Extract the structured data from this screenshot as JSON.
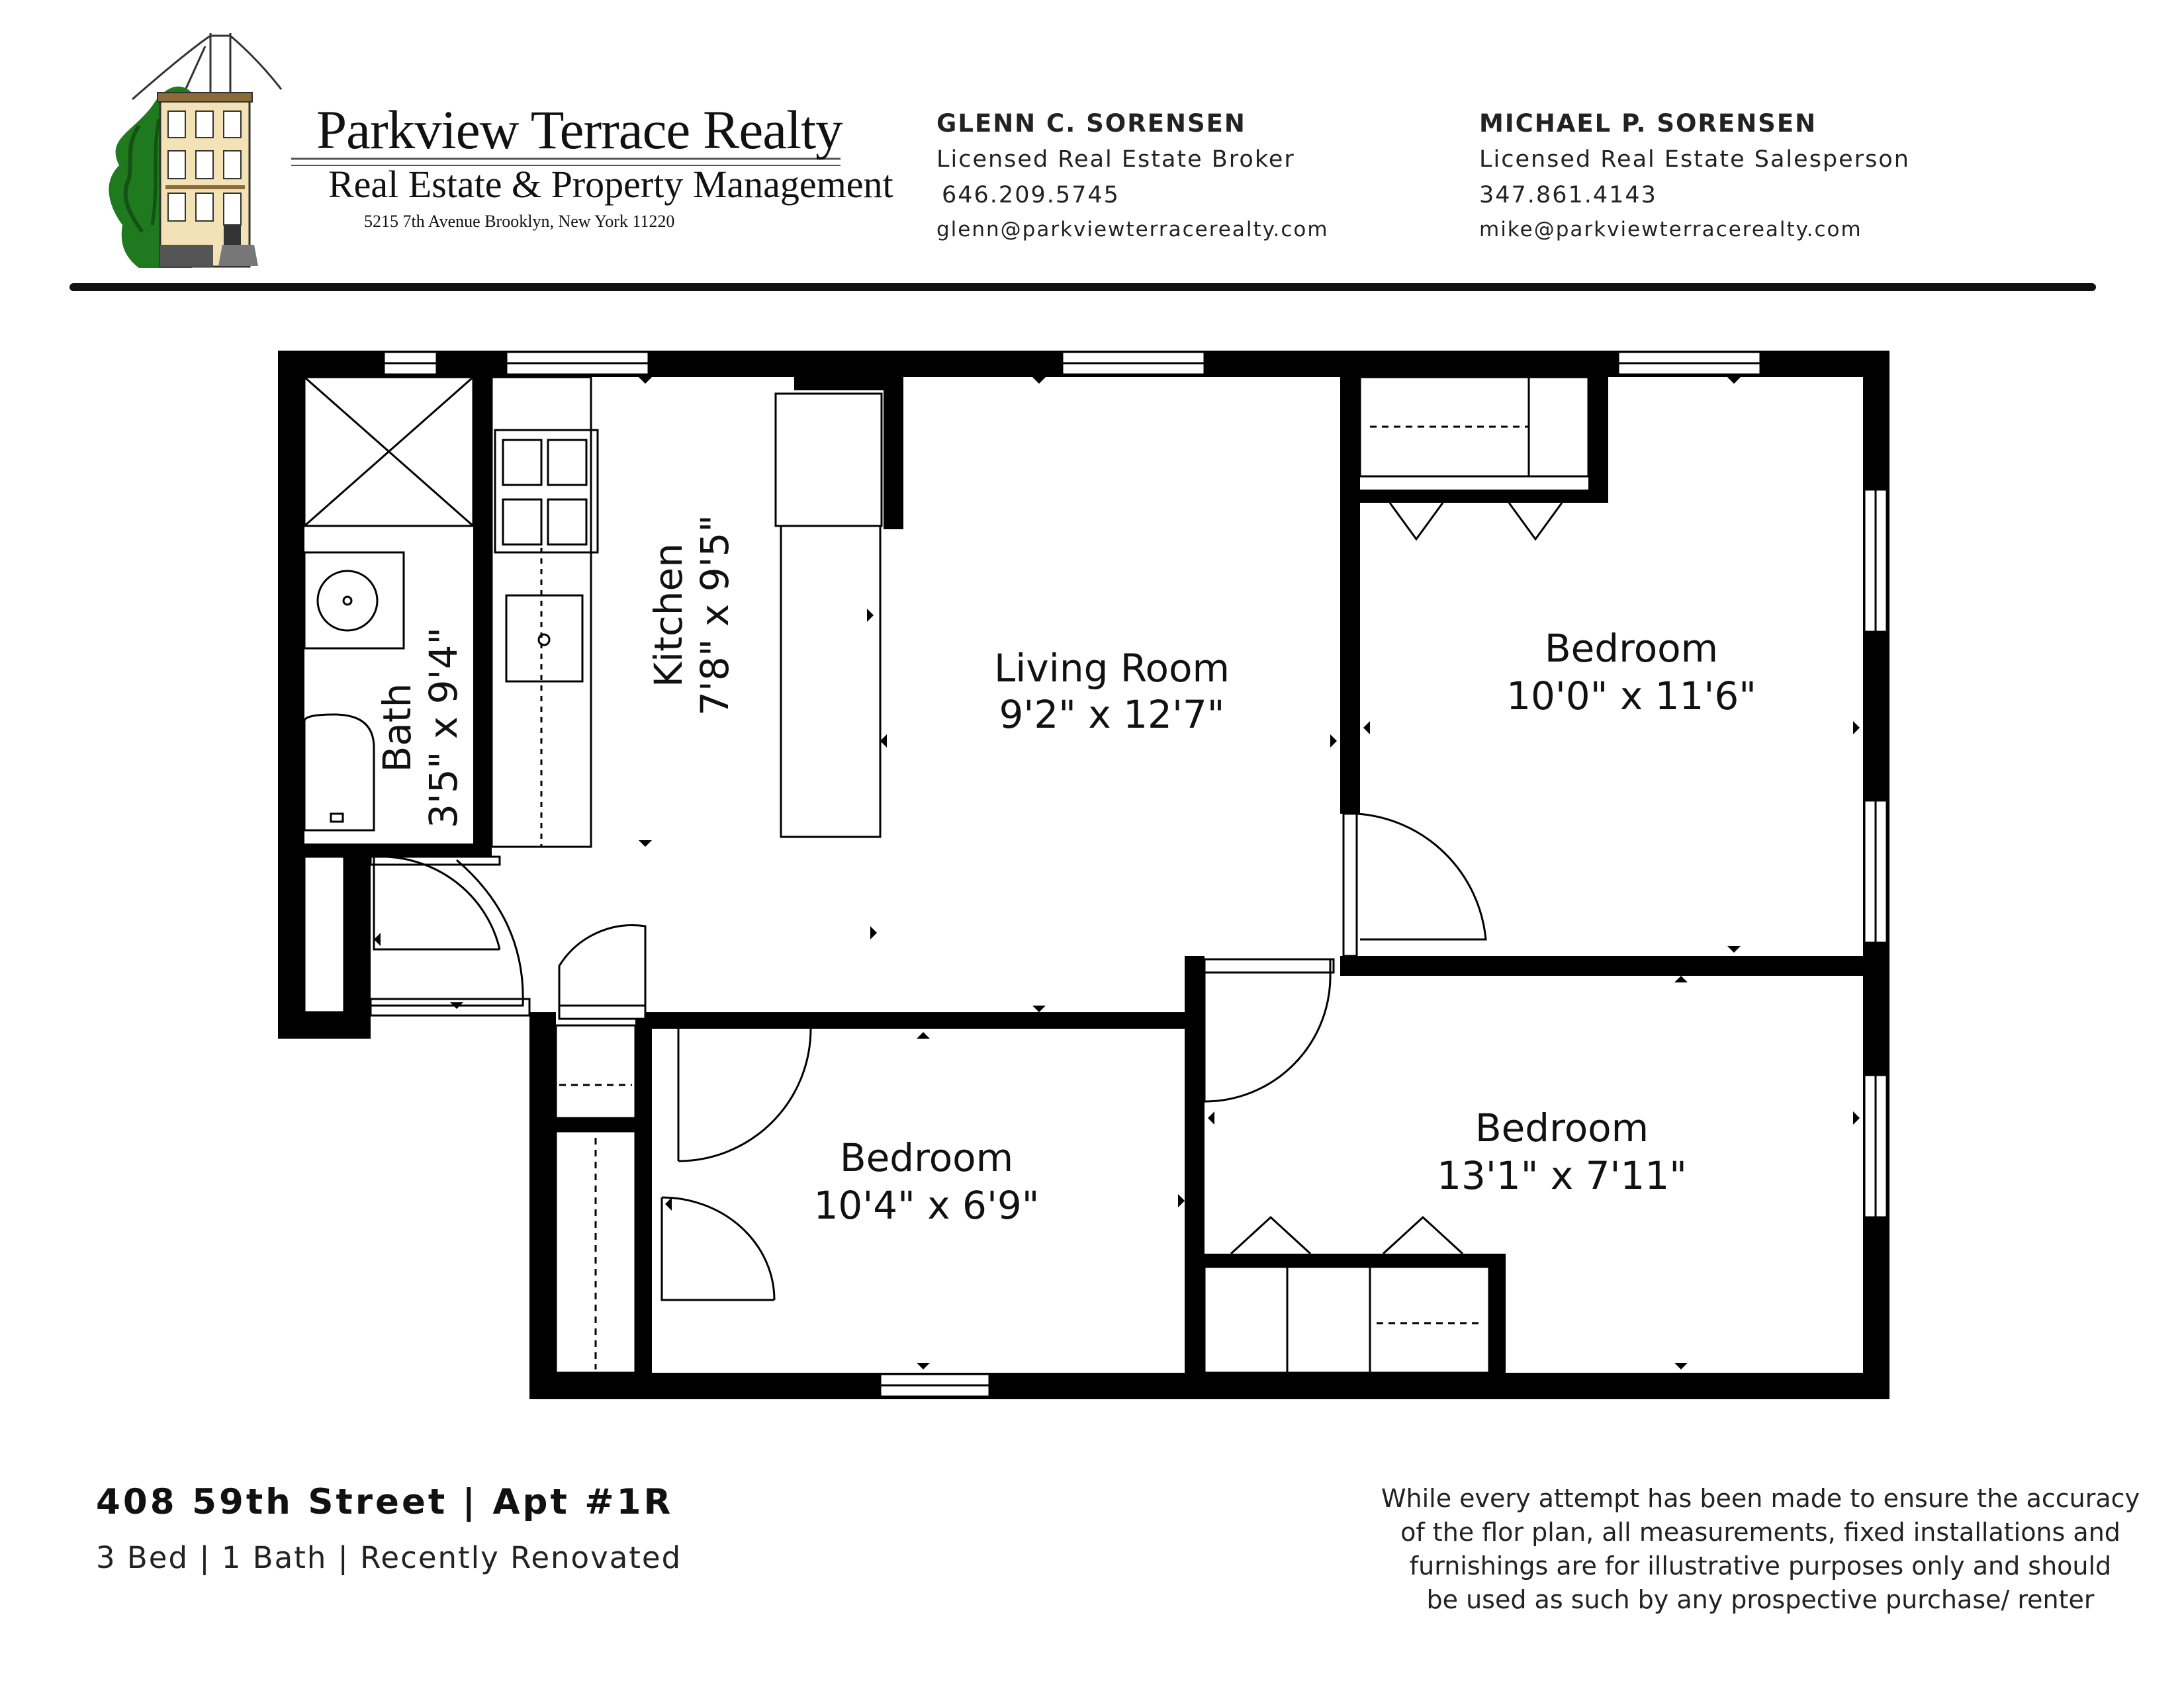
{
  "header": {
    "company_name": "Parkview Terrace Realty",
    "company_tagline": "Real Estate & Property Management",
    "company_address": "5215 7th Avenue Brooklyn, New York 11220",
    "agents": [
      {
        "name": "GLENN C. SORENSEN",
        "title": "Licensed Real Estate Broker",
        "phone": "646.209.5745",
        "email": "glenn@parkviewterracerealty.com"
      },
      {
        "name": "MICHAEL P. SORENSEN",
        "title": "Licensed Real Estate Salesperson",
        "phone": "347.861.4143",
        "email": "mike@parkviewterracerealty.com"
      }
    ]
  },
  "floor_plan": {
    "rooms": [
      {
        "name": "Bath",
        "dimensions": "3'5\" x 9'4\""
      },
      {
        "name": "Kitchen",
        "dimensions": "7'8\" x 9'5\""
      },
      {
        "name": "Living Room",
        "dimensions": "9'2\" x 12'7\""
      },
      {
        "name": "Bedroom",
        "dimensions": "10'0\" x 11'6\""
      },
      {
        "name": "Bedroom",
        "dimensions": "10'4\" x 6'9\""
      },
      {
        "name": "Bedroom",
        "dimensions": "13'1\" x 7'11\""
      }
    ]
  },
  "listing": {
    "address": "408 59th Street | Apt #1R",
    "summary": "3 Bed | 1 Bath | Recently Renovated"
  },
  "disclaimer": [
    "While every attempt has been made to ensure the accuracy",
    "of the flor plan, all measurements, fixed installations and",
    "furnishings are for illustrative purposes only and should",
    "be used as such by any prospective purchase/ renter"
  ],
  "colors": {
    "wall": "#000000",
    "tree": "#1f7a1f",
    "building": "#f2e2b6"
  }
}
